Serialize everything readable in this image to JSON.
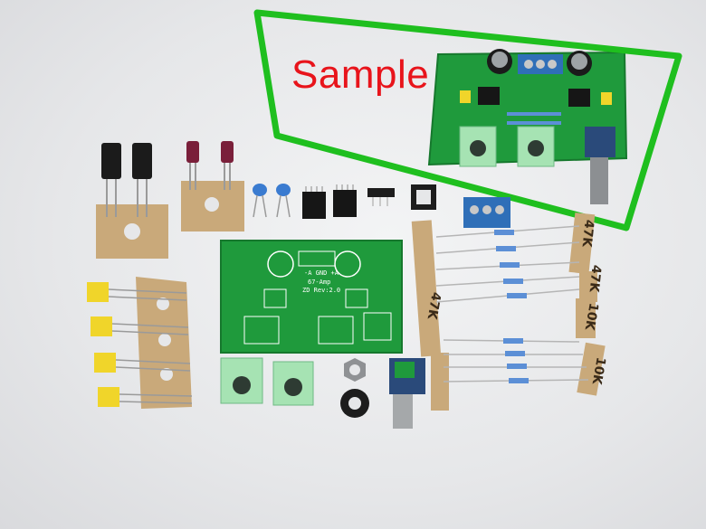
{
  "photo": {
    "annotation_label": "Sample",
    "pcb_markings": {
      "model": "67-Amp",
      "revision": "ZD Rev:2.0",
      "pins": "-A GND +A"
    },
    "resistor_tags": [
      "47K",
      "47K",
      "47K",
      "10K",
      "10K"
    ]
  },
  "colors": {
    "pcb_green": "#1f9a3c",
    "highlight_outline": "#1fbf1f",
    "annotation_text": "#e8141b",
    "jack_green": "#a6e3b3",
    "terminal_blue": "#2f6fb8",
    "capacitor_yellow": "#f0d52a",
    "tape_beige": "#c9a97a"
  }
}
